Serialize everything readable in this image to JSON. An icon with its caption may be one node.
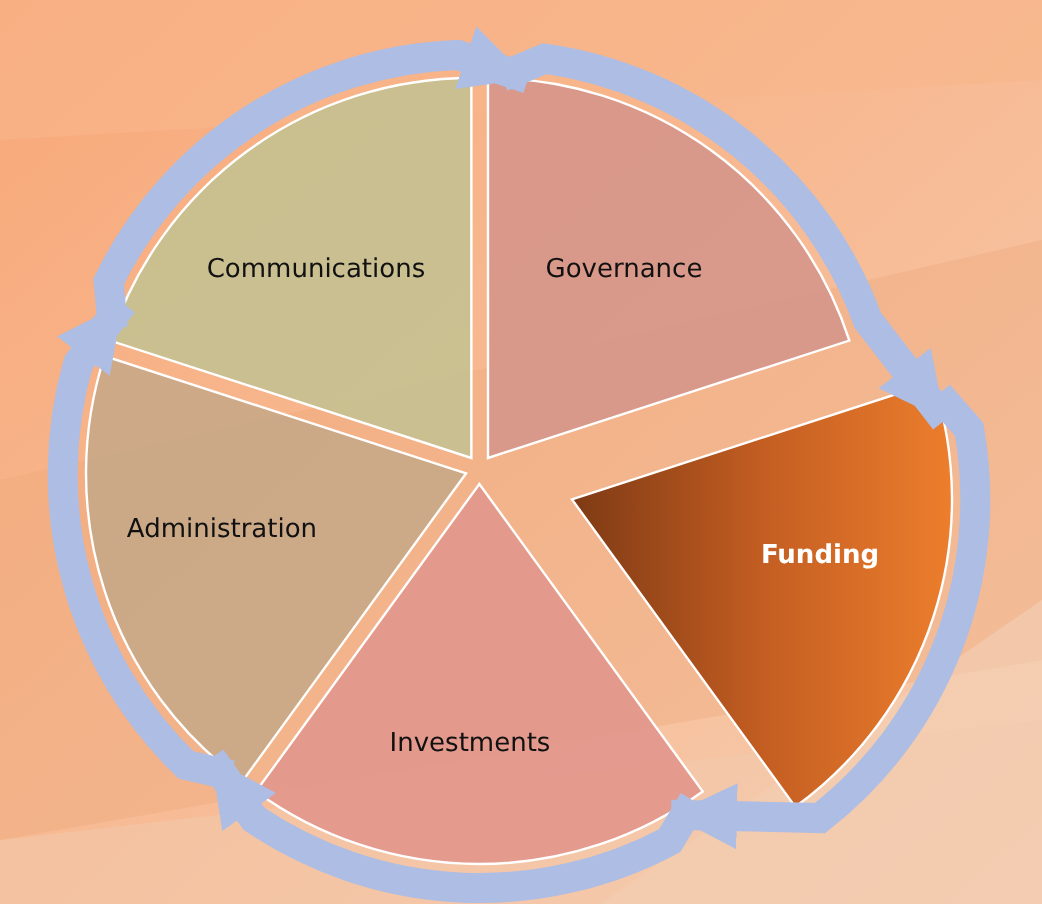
{
  "diagram": {
    "nodes": [
      {
        "text": [
          "Governance"
        ]
      },
      {
        "text": [
          "Funding"
        ]
      },
      {
        "text": [
          "Investments"
        ]
      },
      {
        "text": [
          "Administration"
        ]
      },
      {
        "text": [
          "Communications"
        ]
      }
    ],
    "edges": [
      {
        "from": 0,
        "to": 1,
        "arrow": "to"
      },
      {
        "from": 1,
        "to": 2,
        "arrow": "to"
      },
      {
        "from": 2,
        "to": 3,
        "arrow": "to"
      },
      {
        "from": 3,
        "to": 4,
        "arrow": "to"
      },
      {
        "from": 4,
        "to": 0,
        "arrow": "to"
      }
    ]
  }
}
